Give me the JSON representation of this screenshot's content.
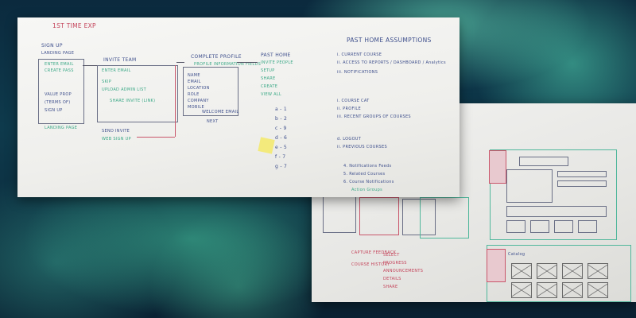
{
  "left_board": {
    "title": "1ST TIME EXP",
    "col1": {
      "heading": "SIGN UP",
      "sub": "LANDING PAGE",
      "items": [
        "ENTER EMAIL",
        "CREATE PASS",
        "VALUE PROP",
        "(TERMS OF)",
        "SIGN UP",
        "LANDING PAGE"
      ]
    },
    "col2": {
      "heading": "INVITE TEAM",
      "items": [
        "ENTER EMAIL",
        "SKIP",
        "UPLOAD ADMIN LIST",
        "SHARE INVITE (LINK)",
        "SEND INVITE",
        "WEB SIGN UP"
      ]
    },
    "col3": {
      "heading": "COMPLETE PROFILE",
      "sub": "PROFILE INFORMATION FIELDS",
      "items": [
        "NAME",
        "EMAIL",
        "LOCATION",
        "ROLE",
        "COMPANY",
        "MOBILE"
      ],
      "footer": "WELCOME EMAIL",
      "footer2": "NEXT"
    },
    "col4": {
      "heading": "PAST HOME",
      "items": [
        "INVITE PEOPLE",
        "SETUP",
        "SHARE",
        "CREATE",
        "VIEW ALL"
      ]
    },
    "codes": [
      "a - 1",
      "b - 2",
      "c - 9",
      "d - 6",
      "e - 5",
      "f - 7",
      "g - 7"
    ],
    "assumptions": {
      "heading": "PAST HOME ASSUMPTIONS",
      "items": [
        "i. CURRENT COURSE",
        "ii. ACCESS TO REPORTS / DASHBOARD / Analytics",
        "iii. NOTIFICATIONS",
        "i. COURSE CAT",
        "ii. PROFILE",
        "iii. RECENT GROUPS OF COURSES",
        "d. LOGOUT",
        "ii. PREVIOUS COURSES",
        "4. Notifications Feeds",
        "5. Related Courses",
        "6. Course Notifications",
        "Action Groups"
      ]
    }
  },
  "right_board": {
    "red_notes": [
      "CAPTURE FEEDBACK",
      "COURSE HISTORY",
      "SELECT",
      "PROGRESS",
      "ANNOUNCEMENTS",
      "DETAILS",
      "SHARE"
    ],
    "label": "Catalog"
  }
}
